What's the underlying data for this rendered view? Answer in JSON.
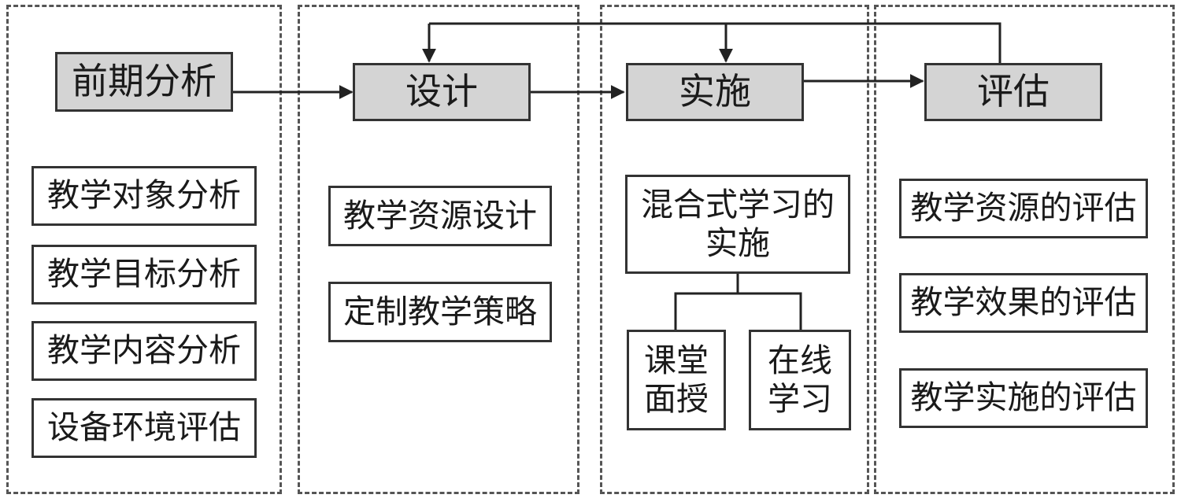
{
  "stages": [
    {
      "id": "analysis",
      "title": "前期分析",
      "items": [
        "教学对象分析",
        "教学目标分析",
        "教学内容分析",
        "设备环境评估"
      ]
    },
    {
      "id": "design",
      "title": "设计",
      "items": [
        "教学资源设计",
        "定制教学策略"
      ]
    },
    {
      "id": "implementation",
      "title": "实施",
      "main": [
        "混合式学习的",
        "实施"
      ],
      "sub": [
        [
          "课堂",
          "面授"
        ],
        [
          "在线",
          "学习"
        ]
      ]
    },
    {
      "id": "evaluation",
      "title": "评估",
      "items": [
        "教学资源的评估",
        "教学效果的评估",
        "教学实施的评估"
      ]
    }
  ]
}
